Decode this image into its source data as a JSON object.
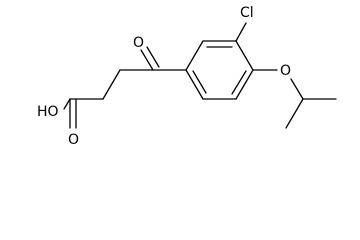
{
  "molecule": {
    "atoms": {
      "oxygen_ketone": "O",
      "chlorine": "Cl",
      "oxygen_ether": "O",
      "hydroxyl": "HO",
      "oxygen_carbonyl_acid": "O"
    }
  },
  "colors": {
    "bond": "#000000",
    "label": "#000000",
    "background": "#ffffff"
  }
}
